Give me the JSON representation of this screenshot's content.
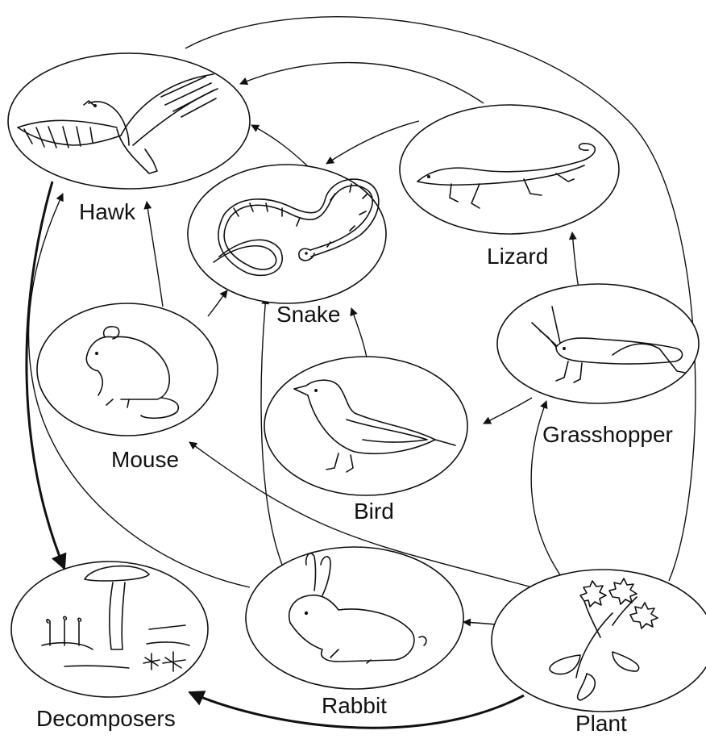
{
  "organisms": {
    "hawk": "Hawk",
    "snake": "Snake",
    "lizard": "Lizard",
    "mouse": "Mouse",
    "bird": "Bird",
    "grasshopper": "Grasshopper",
    "decomposers": "Decomposers",
    "rabbit": "Rabbit",
    "plant": "Plant"
  },
  "arrows": [
    {
      "from": "Lizard",
      "to": "Hawk"
    },
    {
      "from": "Lizard",
      "to": "Snake"
    },
    {
      "from": "Snake",
      "to": "Hawk"
    },
    {
      "from": "Mouse",
      "to": "Hawk"
    },
    {
      "from": "Mouse",
      "to": "Snake"
    },
    {
      "from": "Bird",
      "to": "Snake"
    },
    {
      "from": "Rabbit",
      "to": "Snake"
    },
    {
      "from": "Rabbit",
      "to": "Hawk"
    },
    {
      "from": "Grasshopper",
      "to": "Lizard"
    },
    {
      "from": "Grasshopper",
      "to": "Bird"
    },
    {
      "from": "Plant",
      "to": "Grasshopper"
    },
    {
      "from": "Plant",
      "to": "Rabbit"
    },
    {
      "from": "Plant",
      "to": "Mouse"
    },
    {
      "from": "Hawk",
      "to": "Decomposers"
    },
    {
      "from": "Plant",
      "to": "Decomposers"
    }
  ]
}
